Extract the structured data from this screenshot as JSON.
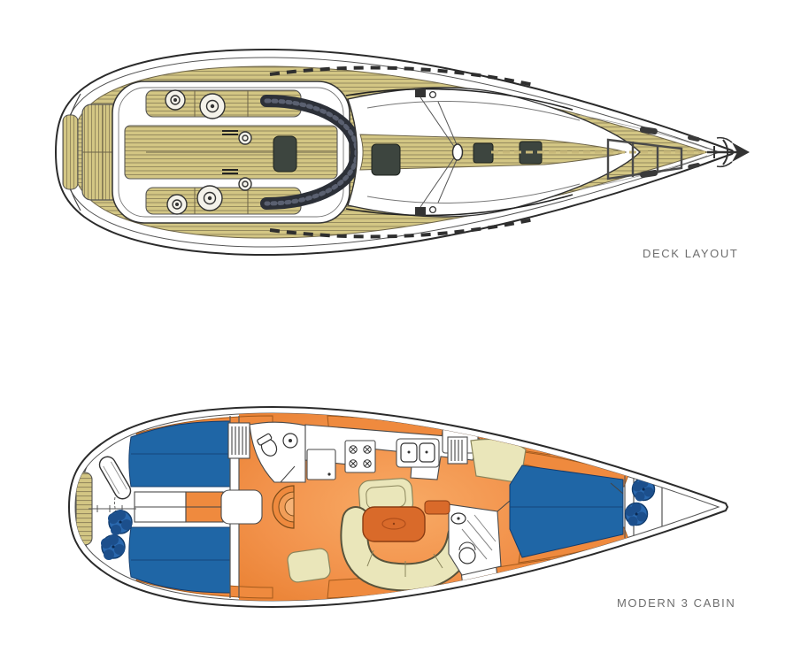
{
  "page": {
    "background": "#ffffff"
  },
  "figures": {
    "deck": {
      "caption": "DECK LAYOUT"
    },
    "interior": {
      "caption": "MODERN 3 CABIN"
    }
  },
  "colors": {
    "white": "#ffffff",
    "label_gray": "#6e6e6e",
    "hull_ink": "#2b2b2b",
    "teak": "#d3c684",
    "teak_line": "#8f845a",
    "hatch_dark": "#3d453f",
    "sprayhood_dark": "#2c3038",
    "berth_blue": "#1f66a6",
    "berth_blue_dark": "#14477c",
    "prop_blue": "#2a68ae",
    "prop_blue_dark": "#1c4f8c",
    "floor_orange": "#f2924b",
    "locker_orange": "#ef8a3e",
    "locker_orange_edge": "#a35a1c",
    "table_orange": "#d96a2a",
    "cream": "#eae6ba",
    "cream_edge": "#8a855c"
  },
  "icons": {
    "anchor-icon": "bow anchor with arrow flukes",
    "mast-icon": "mast oval at shroud crossing",
    "winch-icon": "round deck winch",
    "propeller-icon": "blue thruster propeller rosette",
    "liferaft-icon": "liferaft canister in lazarette",
    "stove-icon": "galley stove with four burners",
    "sink-icon": "galley double sink",
    "toilet-icon": "head toilet bowl",
    "hanger-icon": "hanging-locker clothes hangers"
  }
}
